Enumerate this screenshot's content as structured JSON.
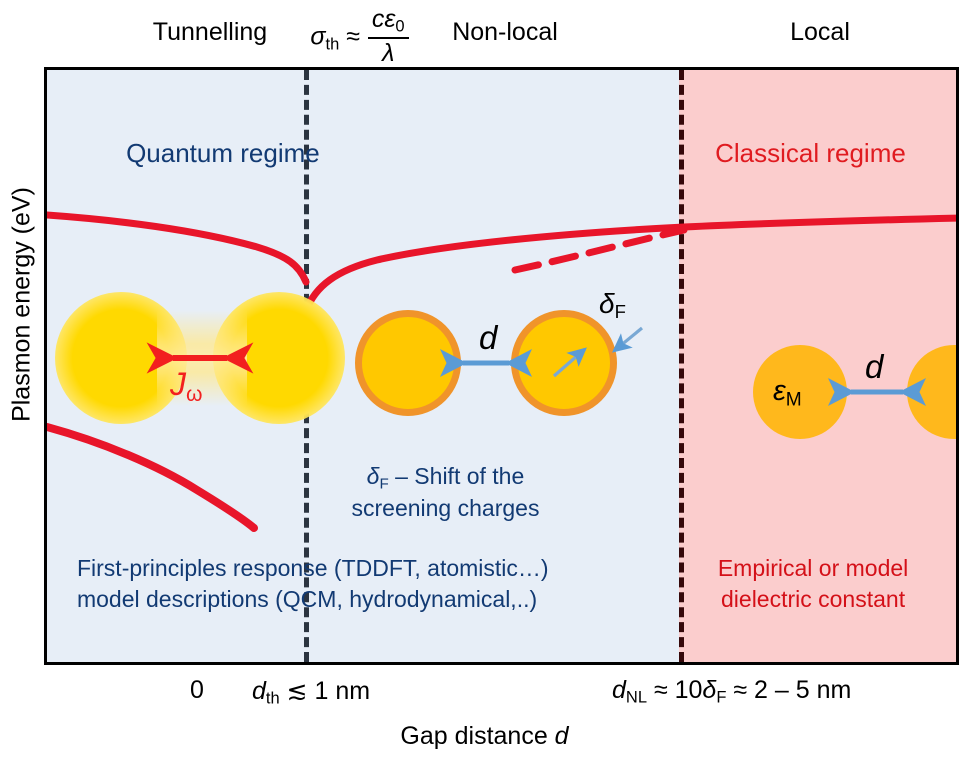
{
  "figure": {
    "axis": {
      "ylabel": "Plasmon energy (eV)",
      "xlabel_prefix": "Gap distance ",
      "xlabel_symbol": "d"
    },
    "top_labels": {
      "tunnelling": "Tunnelling",
      "nonlocal": "Non-local",
      "local": "Local",
      "threshold_formula": {
        "lhs": "σ",
        "lhs_sub": "th",
        "approx": "≈",
        "numerator": "cε",
        "numerator_sub": "0",
        "denominator": "λ"
      }
    },
    "regions": [
      {
        "id": "quantum",
        "title": "Quantum regime",
        "color": "#123a73",
        "background": "#e7eef7",
        "description_lines": [
          "First-principles response (TDDFT, atomistic…)",
          "model descriptions (QCM, hydrodynamical,..)"
        ]
      },
      {
        "id": "classical",
        "title": "Classical regime",
        "color": "#e01b20",
        "background": "#fbcdcd",
        "description_lines": [
          "Empirical or model",
          "dielectric constant"
        ]
      }
    ],
    "dividers": [
      {
        "id": "threshold",
        "color": "#2b3440",
        "style": "dashed"
      },
      {
        "id": "nonlocal-limit",
        "color": "#35080a",
        "style": "dashed"
      }
    ],
    "screening_caption": {
      "symbol": "δ",
      "symbol_sub": "F",
      "line1_rest": " – Shift of the",
      "line2": "screening charges"
    },
    "x_ticks": [
      {
        "id": "zero",
        "text": "0"
      },
      {
        "id": "d-th",
        "symbol": "d",
        "sub": "th",
        "rest": " ≲ 1 nm"
      },
      {
        "id": "d-nl",
        "symbol": "d",
        "sub": "NL",
        "rest_a": " ≈ 10",
        "delta": "δ",
        "delta_sub": "F",
        "rest_b": " ≈ 2 – 5 nm"
      }
    ],
    "illustrations": [
      {
        "id": "tunnelling-dimer",
        "style": "fuzzy-spheres-with-current",
        "arrow_color": "#f21f1f",
        "label_symbol": "J",
        "label_sub": "ω"
      },
      {
        "id": "nonlocal-dimer",
        "style": "ringed-spheres",
        "gap_label": "d",
        "arrow_color": "#5b9bd5",
        "shell_label_symbol": "δ",
        "shell_label_sub": "F",
        "ring_color": "#f0942a",
        "core_color": "#ffc800"
      },
      {
        "id": "local-dimer",
        "style": "solid-spheres",
        "gap_label": "d",
        "arrow_color": "#5b9bd5",
        "permittivity_symbol": "ε",
        "permittivity_sub": "M",
        "sphere_color": "#ffb81c"
      }
    ]
  },
  "chart_data": {
    "type": "line",
    "title": "",
    "xlabel": "Gap distance d",
    "ylabel": "Plasmon energy (eV)",
    "grid": false,
    "legend": null,
    "axis_note": "axes are schematic; no numeric tick values on y-axis",
    "x_annotations": [
      "0",
      "d_th ≲ 1 nm",
      "d_NL ≈ 10δ_F ≈ 2 – 5 nm"
    ],
    "series": [
      {
        "name": "bonding-dimer-plasmon-tunnelling-branch",
        "style": "solid",
        "color": "#e8152a",
        "points": [
          [
            0.0,
            0.243
          ],
          [
            0.06,
            0.255
          ],
          [
            0.12,
            0.268
          ],
          [
            0.18,
            0.283
          ],
          [
            0.225,
            0.3
          ],
          [
            0.26,
            0.322
          ],
          [
            0.283,
            0.35
          ]
        ]
      },
      {
        "name": "charge-transfer-plasmon-branch",
        "style": "solid",
        "color": "#e8152a",
        "points": [
          [
            0.0,
            0.598
          ],
          [
            0.07,
            0.65
          ],
          [
            0.14,
            0.705
          ],
          [
            0.2,
            0.76
          ],
          [
            0.23,
            0.79
          ]
        ]
      },
      {
        "name": "nonlocal-to-classical-branch",
        "style": "solid",
        "color": "#e8152a",
        "points": [
          [
            0.283,
            0.403
          ],
          [
            0.32,
            0.36
          ],
          [
            0.38,
            0.327
          ],
          [
            0.45,
            0.308
          ],
          [
            0.55,
            0.292
          ],
          [
            0.65,
            0.281
          ],
          [
            0.695,
            0.277
          ],
          [
            0.8,
            0.27
          ],
          [
            0.9,
            0.266
          ],
          [
            1.0,
            0.263
          ]
        ]
      },
      {
        "name": "classical-extrapolation",
        "style": "dashed",
        "color": "#e8152a",
        "points": [
          [
            0.52,
            0.355
          ],
          [
            0.58,
            0.333
          ],
          [
            0.64,
            0.31
          ],
          [
            0.695,
            0.292
          ]
        ]
      }
    ]
  }
}
